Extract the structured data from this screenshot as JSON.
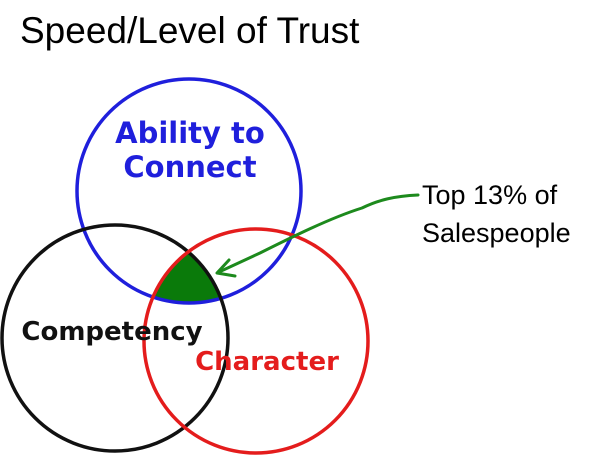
{
  "title": "Speed/Level of Trust",
  "circles": {
    "ability": {
      "label_line1": "Ability to",
      "label_line2": "Connect",
      "color": "#1f1fdc"
    },
    "competency": {
      "label": "Competency",
      "color": "#111111"
    },
    "character": {
      "label": "Character",
      "color": "#e41c1c"
    }
  },
  "overlap": {
    "color": "#0a7a0a"
  },
  "callout": {
    "line1": "Top 13% of",
    "line2": "Salespeople",
    "arrow_color": "#1d8a1d"
  }
}
